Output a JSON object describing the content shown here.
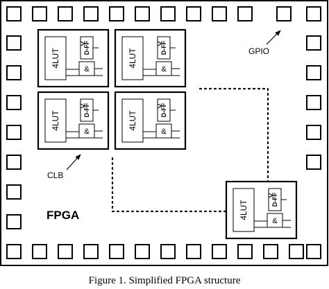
{
  "diagram": {
    "chip_label": "FPGA",
    "lut_label": "4LUT",
    "dff_label": "D-FF",
    "and_label": "&",
    "clb_annotation": "CLB",
    "gpio_annotation": "GPIO",
    "caption": "Figure 1. Simplified FPGA structure"
  }
}
